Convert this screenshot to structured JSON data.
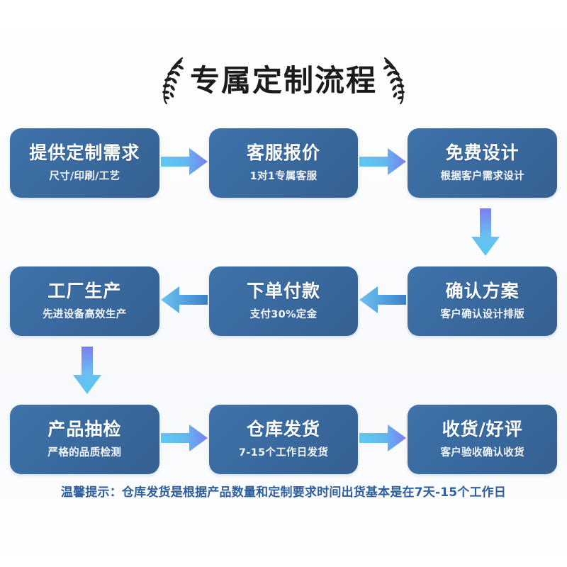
{
  "header": {
    "title": "专属定制流程",
    "left_ornament": "laurel-branch-icon",
    "right_ornament": "laurel-branch-icon"
  },
  "colors": {
    "box_fill_start": "#3e73ab",
    "box_fill_end": "#35618f",
    "box_text": "#ffffff",
    "arrow_cyan": "#5cc9f2",
    "arrow_purple": "#7b7ef0",
    "arrow_blue": "#4a90d9",
    "note_text": "#2e5f9e",
    "page_background": "#ffffff",
    "title_text": "#1b1b1b"
  },
  "flow": {
    "rows": [
      {
        "direction": "left-to-right",
        "steps": [
          {
            "index": 1,
            "title": "提供定制需求",
            "subtitle": "尺寸/印刷/工艺"
          },
          {
            "index": 2,
            "title": "客服报价",
            "subtitle": "1对1专属客服"
          },
          {
            "index": 3,
            "title": "免费设计",
            "subtitle": "根据客户需求设计"
          }
        ],
        "connectors": [
          {
            "name": "arrow-right-icon",
            "style": "cyan-purple-gradient"
          },
          {
            "name": "arrow-right-icon",
            "style": "cyan-purple-gradient"
          }
        ]
      },
      {
        "direction": "right-to-left",
        "steps": [
          {
            "index": 6,
            "title": "工厂生产",
            "subtitle": "先进设备高效生产"
          },
          {
            "index": 5,
            "title": "下单付款",
            "subtitle": "支付30%定金"
          },
          {
            "index": 4,
            "title": "确认方案",
            "subtitle": "客户确认设计排版"
          }
        ],
        "connectors": [
          {
            "name": "arrow-left-icon",
            "style": "blue-gradient"
          },
          {
            "name": "arrow-left-icon",
            "style": "blue-gradient"
          }
        ]
      },
      {
        "direction": "left-to-right",
        "steps": [
          {
            "index": 7,
            "title": "产品抽检",
            "subtitle": "严格的品质检测"
          },
          {
            "index": 8,
            "title": "仓库发货",
            "subtitle": "7-15个工作日发货"
          },
          {
            "index": 9,
            "title": "收货/好评",
            "subtitle": "客户验收确认收货"
          }
        ],
        "connectors": [
          {
            "name": "arrow-right-icon",
            "style": "cyan-purple-gradient"
          },
          {
            "name": "arrow-right-icon",
            "style": "cyan-purple-gradient"
          }
        ]
      }
    ],
    "vertical_connectors": [
      {
        "name": "arrow-down-icon",
        "position": "right",
        "style": "purple-cyan-gradient"
      },
      {
        "name": "arrow-down-icon",
        "position": "left",
        "style": "purple-cyan-gradient"
      }
    ]
  },
  "footer": {
    "note": "温馨提示：仓库发货是根据产品数量和定制要求时间出货基本是在7天-15个工作日"
  }
}
